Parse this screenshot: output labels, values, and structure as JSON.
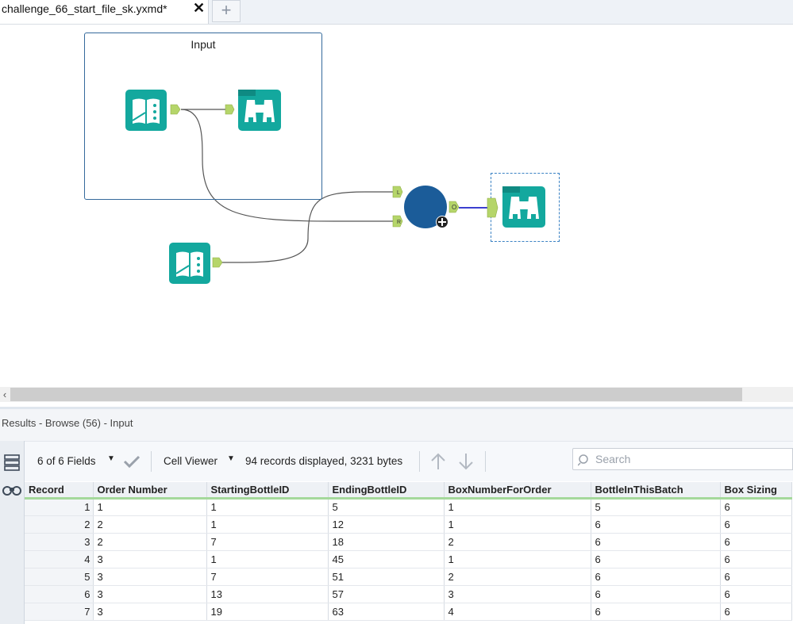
{
  "tab": {
    "title": "challenge_66_start_file_sk.yxmd*",
    "close": "✕",
    "add": "+"
  },
  "canvas": {
    "container_title": "Input",
    "anchors": {
      "left": "L",
      "right": "R",
      "out": "O"
    }
  },
  "scrollbar": {
    "left_arrow": "‹"
  },
  "results": {
    "title": "Results - Browse (56) - Input",
    "fields_label": "6 of 6 Fields",
    "viewer_label": "Cell Viewer",
    "summary": "94 records displayed, 3231 bytes",
    "search_placeholder": "Search",
    "columns": [
      "Record",
      "Order Number",
      "StartingBottleID",
      "EndingBottleID",
      "BoxNumberForOrder",
      "BottleInThisBatch",
      "Box Sizing"
    ],
    "rows": [
      [
        "1",
        "1",
        "1",
        "5",
        "1",
        "5",
        "6"
      ],
      [
        "2",
        "2",
        "1",
        "12",
        "1",
        "6",
        "6"
      ],
      [
        "3",
        "2",
        "7",
        "18",
        "2",
        "6",
        "6"
      ],
      [
        "4",
        "3",
        "1",
        "45",
        "1",
        "6",
        "6"
      ],
      [
        "5",
        "3",
        "7",
        "51",
        "2",
        "6",
        "6"
      ],
      [
        "6",
        "3",
        "13",
        "57",
        "3",
        "6",
        "6"
      ],
      [
        "7",
        "3",
        "19",
        "63",
        "4",
        "6",
        "6"
      ]
    ]
  },
  "colors": {
    "tool_teal": "#13a89e",
    "join_blue": "#1b5c99",
    "anchor_green": "#b5d56a",
    "header_underline": "#a5d99b"
  },
  "icons": [
    "input-data-icon",
    "browse-icon",
    "join-icon",
    "add-icon",
    "check-icon",
    "up-arrow-icon",
    "down-arrow-icon",
    "search-icon",
    "grid-view-icon",
    "binoculars-icon"
  ]
}
